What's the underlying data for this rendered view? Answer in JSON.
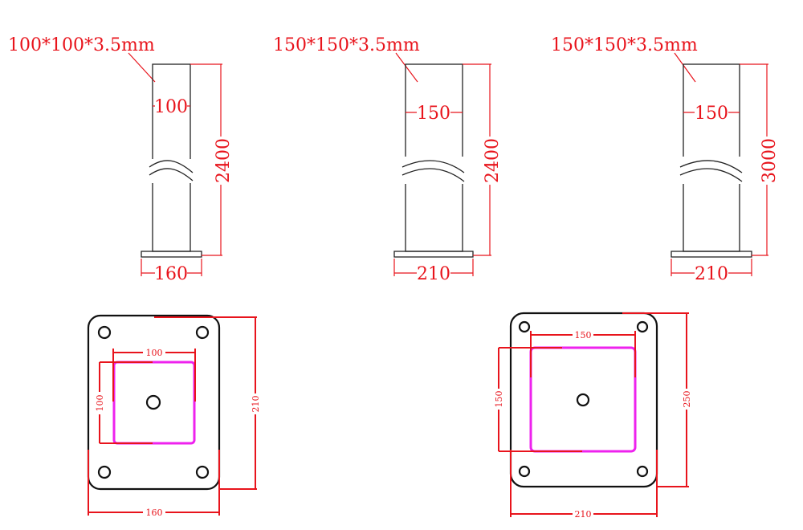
{
  "colors": {
    "dimension": "#e8141c",
    "outline": "#222222",
    "tube": "#ee22ee"
  },
  "elevations": [
    {
      "spec": "100*100*3.5mm",
      "post_width": "100",
      "height": "2400",
      "base_width": "160"
    },
    {
      "spec": "150*150*3.5mm",
      "post_width": "150",
      "height": "2400",
      "base_width": "210"
    },
    {
      "spec": "150*150*3.5mm",
      "post_width": "150",
      "height": "3000",
      "base_width": "210"
    }
  ],
  "plans": [
    {
      "tube_width": "100",
      "tube_depth": "100",
      "plate_height": "210",
      "plate_width": "160"
    },
    {
      "tube_width": "150",
      "tube_depth": "150",
      "plate_height": "250",
      "plate_width": "210"
    }
  ]
}
